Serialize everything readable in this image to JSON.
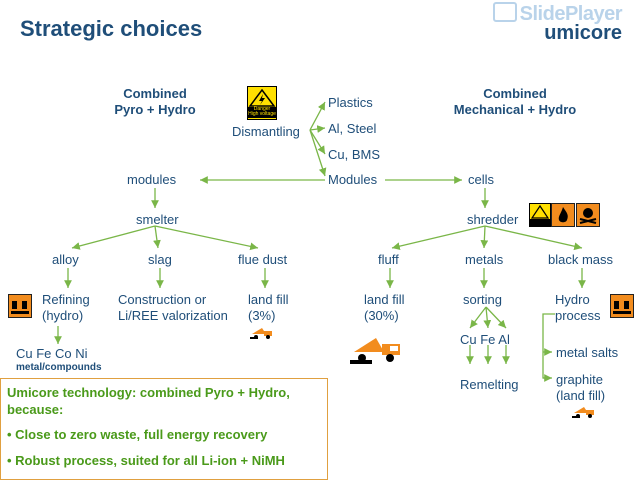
{
  "title": "Strategic choices",
  "logos": {
    "watermark": "SlidePlayer",
    "brand": "umicore"
  },
  "left_header": {
    "line1": "Combined",
    "line2": "Pyro + Hydro"
  },
  "right_header": {
    "line1": "Combined",
    "line2": "Mechanical + Hydro"
  },
  "danger_sign": {
    "line1": "Danger",
    "line2": "High voltage"
  },
  "top": {
    "dismantling": "Dismantling",
    "plastics": "Plastics",
    "al_steel": "Al, Steel",
    "cu_bms": "Cu, BMS",
    "modules_center": "Modules"
  },
  "branches": {
    "modules": "modules",
    "cells": "cells"
  },
  "left_tree": {
    "smelter": "smelter",
    "alloy": "alloy",
    "slag": "slag",
    "flue_dust": "flue dust",
    "refining_1": "Refining",
    "refining_2": "(hydro)",
    "construction_1": "Construction or",
    "construction_2": "Li/REE valorization",
    "landfill": "land fill",
    "landfill_pct": "(3%)",
    "metals_out": "Cu Fe Co Ni",
    "metals_note": "metal/compounds"
  },
  "right_tree": {
    "shredder": "shredder",
    "fluff": "fluff",
    "metals": "metals",
    "black_mass": "black mass",
    "landfill": "land fill",
    "landfill_pct": "(30%)",
    "sorting": "sorting",
    "sorted_metals": "Cu Fe Al",
    "remelting": "Remelting",
    "hydro_1": "Hydro",
    "hydro_2": "process",
    "metal_salts": "metal salts",
    "graphite_1": "graphite",
    "graphite_2": "(land fill)"
  },
  "box": {
    "heading_1": "Umicore technology: combined Pyro + Hydro,",
    "heading_2": "because:",
    "bullet_1": "• Close to zero waste, full energy recovery",
    "bullet_2": "• Robust process, suited for all Li-ion + NiMH"
  },
  "colors": {
    "title": "#1f4e79",
    "arrow": "#7ab648",
    "box_text": "#4a9a1a",
    "box_border": "#e0a040"
  }
}
